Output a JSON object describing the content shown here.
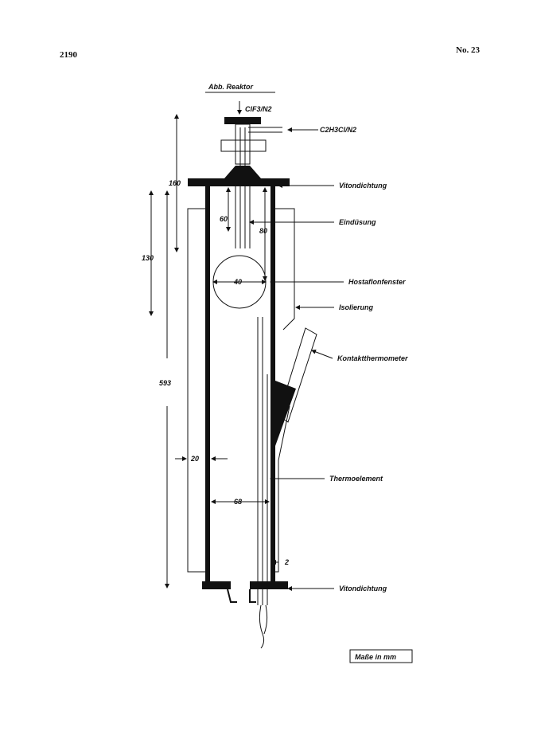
{
  "header": {
    "page_number": "2190",
    "journal_number": "No. 23"
  },
  "figure": {
    "title": "Abb. Reaktor",
    "labels": {
      "inlet_top": "ClF3/N2",
      "inlet_side": "C2H3Cl/N2",
      "viton_top": "Vitondichtung",
      "nozzle": "Eindüsung",
      "window": "Hostaflonfenster",
      "insulation": "Isolierung",
      "contact_thermo": "Kontaktthermometer",
      "thermoelement": "Thermoelement",
      "viton_bottom": "Vitondichtung"
    },
    "dimensions": {
      "d160": "160",
      "d130": "130",
      "d60": "60",
      "d80": "80",
      "d40": "40",
      "d593": "593",
      "d20": "20",
      "d68": "68",
      "d2": "2"
    },
    "units_note": "Maße in mm"
  }
}
